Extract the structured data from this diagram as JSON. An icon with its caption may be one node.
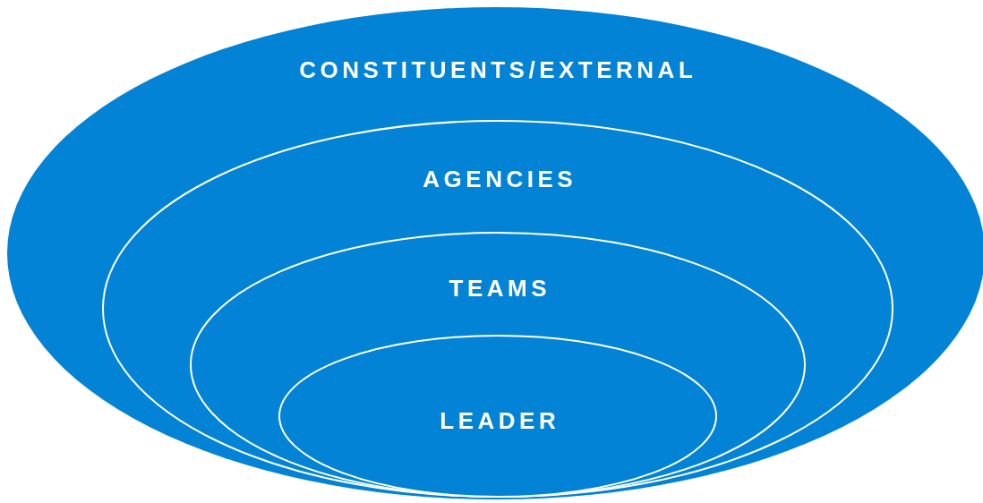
{
  "diagram": {
    "nodes": [
      {
        "text": [
          "CONSTITUENTS/EXTERNAL"
        ]
      },
      {
        "text": [
          "AGENCIES"
        ],
        "in": 0
      },
      {
        "text": [
          "TEAMS"
        ],
        "in": 1
      },
      {
        "text": [
          "LEADER"
        ],
        "in": 2
      }
    ]
  }
}
